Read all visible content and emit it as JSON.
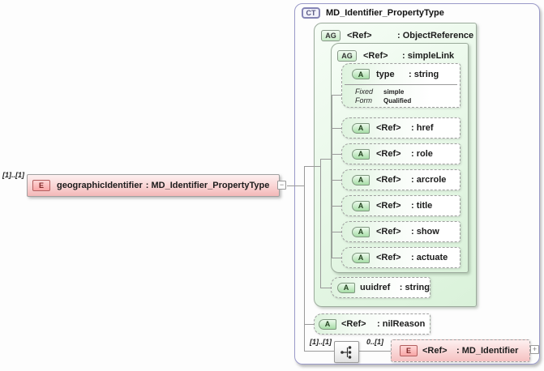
{
  "diagram": {
    "source_element": {
      "occurrence": "[1]..[1]",
      "icon": "E",
      "name": "geographicIdentifier",
      "type_label": ": MD_Identifier_PropertyType",
      "collapse_glyph": "−"
    },
    "complex_type": {
      "icon": "CT",
      "title": "MD_Identifier_PropertyType",
      "object_reference": {
        "icon": "AG",
        "name": "<Ref>",
        "type_label": ": ObjectReference",
        "simple_link": {
          "icon": "AG",
          "name": "<Ref>",
          "type_label": ": simpleLink",
          "type_attribute": {
            "icon": "A",
            "name": "type",
            "type_label": ": string",
            "facets": [
              {
                "label": "Fixed",
                "value": "simple"
              },
              {
                "label": "Form",
                "value": "Qualified"
              }
            ]
          },
          "attributes": [
            {
              "icon": "A",
              "name": "<Ref>",
              "type_label": ": href"
            },
            {
              "icon": "A",
              "name": "<Ref>",
              "type_label": ": role"
            },
            {
              "icon": "A",
              "name": "<Ref>",
              "type_label": ": arcrole"
            },
            {
              "icon": "A",
              "name": "<Ref>",
              "type_label": ": title"
            },
            {
              "icon": "A",
              "name": "<Ref>",
              "type_label": ": show"
            },
            {
              "icon": "A",
              "name": "<Ref>",
              "type_label": ": actuate"
            }
          ]
        },
        "uuidref_attribute": {
          "icon": "A",
          "name": "uuidref",
          "type_label": ": string"
        }
      },
      "nil_reason_attribute": {
        "icon": "A",
        "name": "<Ref>",
        "type_label": ": nilReason"
      },
      "sequence": {
        "occurrence": "[1]..[1]",
        "child_occurrence": "0..[1]",
        "element": {
          "icon": "E",
          "name": "<Ref>",
          "type_label": ": MD_Identifier",
          "expand_glyph": "+"
        }
      }
    },
    "colors": {
      "element_pink": "#f3b8b8",
      "attribute_green": "#def3de",
      "group_green": "#e6f7e6",
      "container_lavender": "#d9d9f0",
      "connector_gray": "#9a9a9a"
    }
  }
}
